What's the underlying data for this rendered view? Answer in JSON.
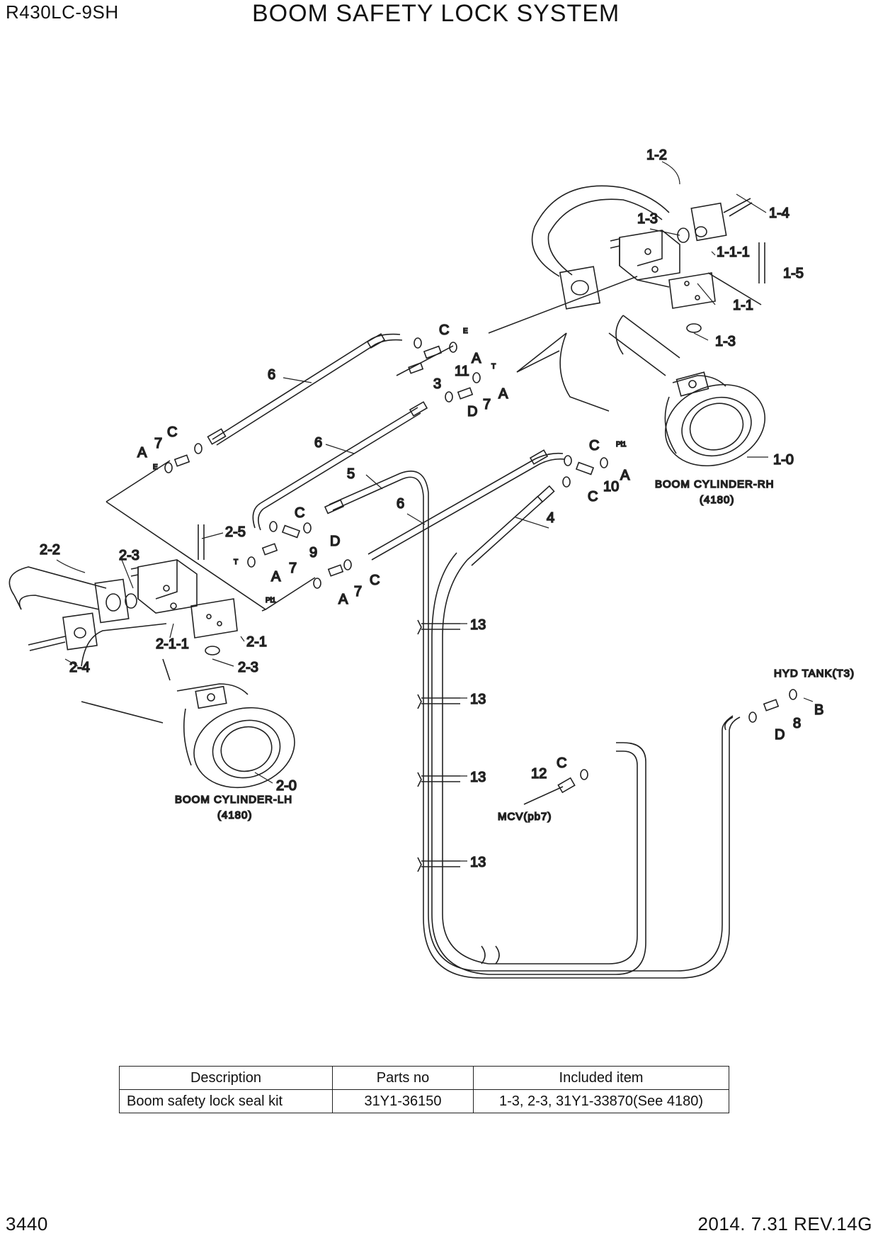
{
  "header": {
    "model": "R430LC-9SH",
    "title": "BOOM SAFETY LOCK SYSTEM"
  },
  "footer": {
    "page": "3440",
    "revision": "2014. 7.31  REV.14G"
  },
  "callouts": {
    "p1_0": "1-0",
    "p1_1": "1-1",
    "p1_1_1": "1-1-1",
    "p1_2": "1-2",
    "p1_3a": "1-3",
    "p1_3b": "1-3",
    "p1_4": "1-4",
    "p1_5": "1-5",
    "p2_0": "2-0",
    "p2_1": "2-1",
    "p2_1_1": "2-1-1",
    "p2_2": "2-2",
    "p2_3a": "2-3",
    "p2_3b": "2-3",
    "p2_4": "2-4",
    "p2_5": "2-5",
    "p3": "3",
    "p4": "4",
    "p5": "5",
    "p6a": "6",
    "p6b": "6",
    "p6c": "6",
    "p7a": "7",
    "p7b": "7",
    "p7c": "7",
    "p7d": "7",
    "p8": "8",
    "p9": "9",
    "p10": "10",
    "p11": "11",
    "p12": "12",
    "p13a": "13",
    "p13b": "13",
    "p13c": "13",
    "p13d": "13",
    "A1": "A",
    "A2": "A",
    "A3": "A",
    "A4": "A",
    "A5": "A",
    "A6": "A",
    "B1": "B",
    "C1": "C",
    "C2": "C",
    "C3": "C",
    "C4": "C",
    "C5": "C",
    "C6": "C",
    "C7": "C",
    "D1": "D",
    "D2": "D",
    "D3": "D"
  },
  "port_marks": {
    "E1": "E",
    "E2": "E",
    "T1": "T",
    "T2": "T",
    "Pi1a": "Pi1",
    "Pi1b": "Pi1"
  },
  "notes": {
    "cyl_rh": "BOOM CYLINDER-RH",
    "cyl_rh_ref": "(4180)",
    "cyl_lh": "BOOM CYLINDER-LH",
    "cyl_lh_ref": "(4180)",
    "hyd_tank": "HYD TANK(T3)",
    "mcv": "MCV(pb7)"
  },
  "kit_table": {
    "headers": [
      "Description",
      "Parts no",
      "Included item"
    ],
    "rows": [
      [
        "Boom safety lock seal kit",
        "31Y1-36150",
        "1-3, 2-3, 31Y1-33870(See 4180)"
      ]
    ]
  }
}
